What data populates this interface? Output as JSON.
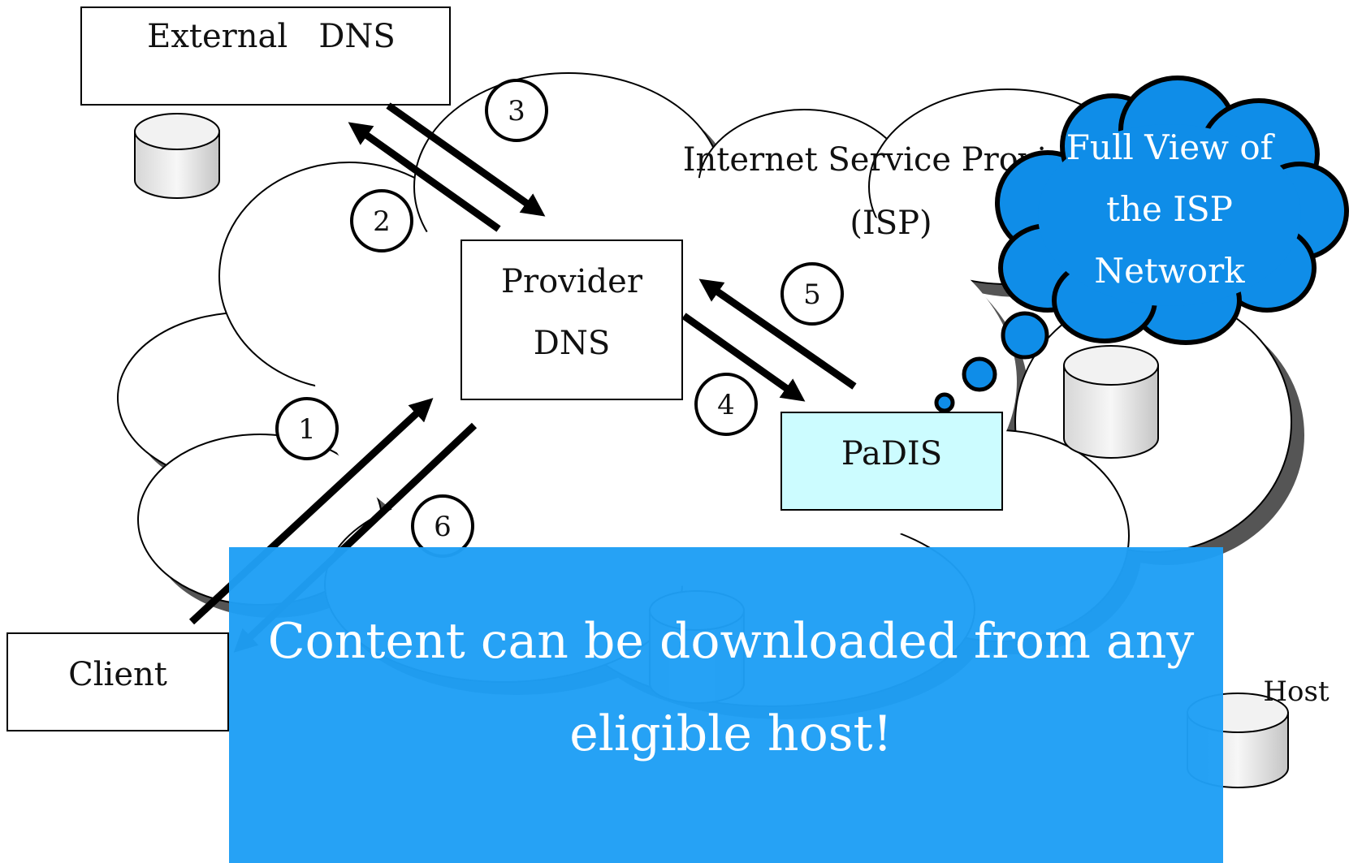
{
  "diagram": {
    "external_dns": "External   DNS",
    "provider_dns_line1": "Provider",
    "provider_dns_line2": "DNS",
    "padis": "PaDIS",
    "client": "Client",
    "host": "Host",
    "isp_line1": "Internet Service Provi",
    "isp_line2": "(ISP)",
    "bubble_line1": "Full View of",
    "bubble_line2": "the ISP",
    "bubble_line3": "Network",
    "steps": [
      "1",
      "2",
      "3",
      "4",
      "5",
      "6"
    ]
  },
  "banner": {
    "line1": "Content can be downloaded from any",
    "line2": "eligible host!"
  },
  "colors": {
    "bubble_fill": "#0f8de8",
    "padis_fill": "#ccfcff",
    "banner_fill": "#1f9ff5"
  }
}
